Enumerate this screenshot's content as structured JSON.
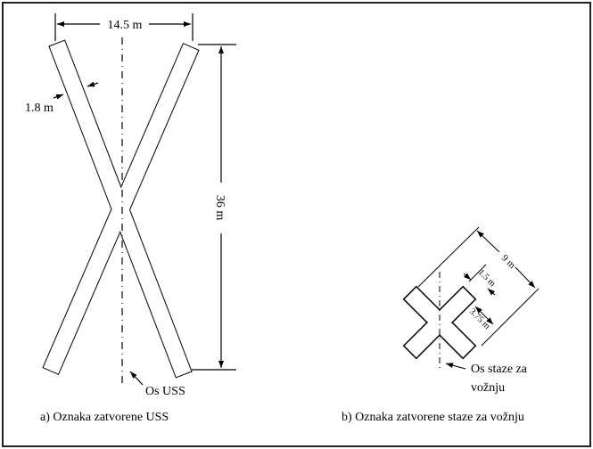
{
  "figure_a": {
    "width_label": "14.5 m",
    "height_label": "36 m",
    "bar_width_label": "1.8 m",
    "axis_label": "Os USS",
    "caption": "a) Oznaka zatvorene USS"
  },
  "figure_b": {
    "length_label": "9 m",
    "bar_width_label": "1.5 m",
    "arm_label": "3.75 m",
    "axis_label_line1": "Os staze za",
    "axis_label_line2": "vožnju",
    "caption": "b) Oznaka zatvorene staze za vožnju"
  }
}
